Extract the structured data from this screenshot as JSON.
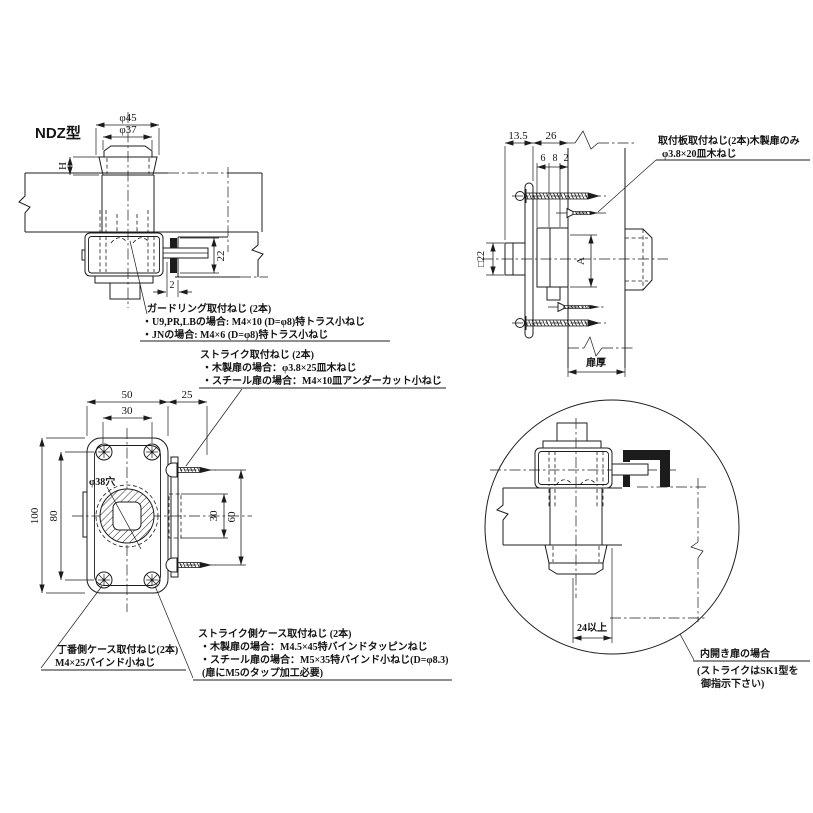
{
  "title": "NDZ型",
  "colors": {
    "line": "#1c1c1c",
    "background": "#ffffff"
  },
  "views": {
    "top_left": {
      "dims": {
        "phi45": "φ45",
        "phi37": "φ37",
        "h": "H",
        "d22": "22",
        "d2": "2"
      }
    },
    "top_right": {
      "dims": {
        "d13_5": "13.5",
        "d26": "26",
        "d6": "6",
        "d8": "8",
        "d2": "2",
        "sq22": "□22",
        "a": "A",
        "door_thickness": "扉厚"
      }
    },
    "bottom_left": {
      "dims": {
        "w50": "50",
        "w25": "25",
        "w30": "30",
        "h100": "100",
        "h80": "80",
        "hole": "φ38穴",
        "h30": "30",
        "h60": "60"
      }
    },
    "bottom_right": {
      "dims": {
        "d24min": "24以上"
      }
    }
  },
  "notes": {
    "guard_ring": {
      "l1": "ガードリング取付ねじ (2本)",
      "l2": "・U9,PR,LBの場合: M4×10 (D=φ8)特トラス小ねじ",
      "l3": "・JNの場合: M4×6 (D=φ8)特トラス小ねじ"
    },
    "strike": {
      "l1": "ストライク取付ねじ (2本)",
      "l2": "・木製扉の場合：φ3.8×25皿木ねじ",
      "l3": "・スチール扉の場合：M4×10皿アンダーカット小ねじ"
    },
    "mounting_plate": {
      "l1": "取付板取付ねじ(2本)木製扉のみ",
      "l2": "φ3.8×20皿木ねじ"
    },
    "hinge_side_case": {
      "l1": "丁番側ケース取付ねじ(2本)",
      "l2": "M4×25バインド小ねじ"
    },
    "strike_side_case": {
      "l1": "ストライク側ケース取付ねじ (2本)",
      "l2": "・木製扉の場合：M4.5×45特バインドタッピンねじ",
      "l3": "・スチール扉の場合：M5×35特バインド小ねじ(D=φ8.3)",
      "l4": "(扉にM5のタップ加工必要)"
    },
    "inward_door": {
      "l1": "内開き扉の場合",
      "l2": "(ストライクはSK1型を",
      "l3": "御指示下さい)"
    }
  }
}
